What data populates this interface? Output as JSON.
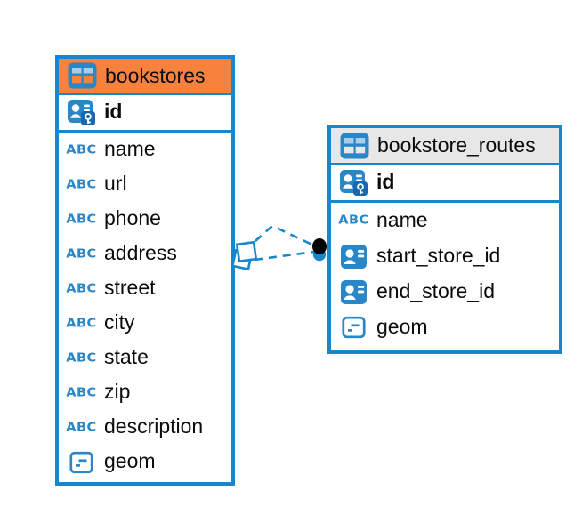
{
  "icons": {
    "text_label": "ABC"
  },
  "colors": {
    "accent_blue": "#1787CB",
    "bookstores_header": "#F6823E",
    "routes_header": "#E7E7E7"
  },
  "tables": [
    {
      "name": "bookstores",
      "columns": [
        {
          "name": "id",
          "icon": "primary-key"
        },
        {
          "name": "name",
          "icon": "text"
        },
        {
          "name": "url",
          "icon": "text"
        },
        {
          "name": "phone",
          "icon": "text"
        },
        {
          "name": "address",
          "icon": "text"
        },
        {
          "name": "street",
          "icon": "text"
        },
        {
          "name": "city",
          "icon": "text"
        },
        {
          "name": "state",
          "icon": "text"
        },
        {
          "name": "zip",
          "icon": "text"
        },
        {
          "name": "description",
          "icon": "text"
        },
        {
          "name": "geom",
          "icon": "geometry"
        }
      ]
    },
    {
      "name": "bookstore_routes",
      "columns": [
        {
          "name": "id",
          "icon": "primary-key"
        },
        {
          "name": "name",
          "icon": "text"
        },
        {
          "name": "start_store_id",
          "icon": "foreign-key"
        },
        {
          "name": "end_store_id",
          "icon": "foreign-key"
        },
        {
          "name": "geom",
          "icon": "geometry"
        }
      ]
    }
  ]
}
